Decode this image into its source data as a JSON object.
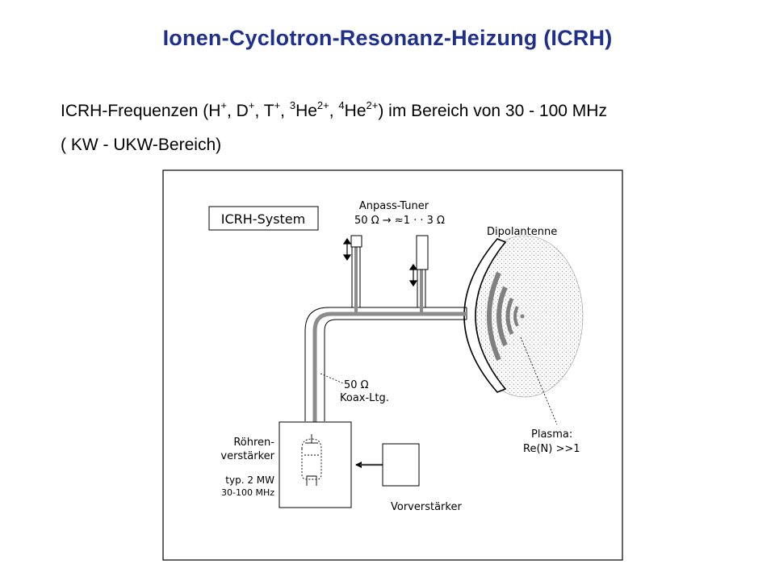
{
  "title": "Ionen-Cyclotron-Resonanz-Heizung (ICRH)",
  "intro": {
    "prefix": "ICRH-Frequenzen (H",
    "sup_h": "+",
    "d": ", D",
    "sup_d": "+",
    "t": ", T",
    "sup_t": "+",
    "sep3": ", ",
    "pre_he3": "3",
    "he3": "He",
    "sup_he3": "2+",
    "sep4": ", ",
    "pre_he4": "4",
    "he4": "He",
    "sup_he4": "2+",
    "suffix": ") im Bereich von 30 - 100 MHz",
    "line2": "( KW - UKW-Bereich)"
  },
  "diagram": {
    "system_label": "ICRH-System",
    "tuner_label": "Anpass-Tuner",
    "tuner_impedance": "50 Ω → ≈1 · · 3 Ω",
    "antenna_label": "Dipolantenne",
    "coax_impedance": "50 Ω",
    "coax_label": "Koax-Ltg.",
    "plasma_label": "Plasma:",
    "plasma_value": "Re(N) >>1",
    "amp_label_1": "Röhren-",
    "amp_label_2": "verstärker",
    "amp_power": "typ. 2 MW",
    "amp_freq": "30-100 MHz",
    "preamp_label": "Vorverstärker"
  },
  "colors": {
    "title": "#1f2f8c",
    "conductor": "#8c8c8c",
    "plasma_dots": "#9a9a9a"
  }
}
